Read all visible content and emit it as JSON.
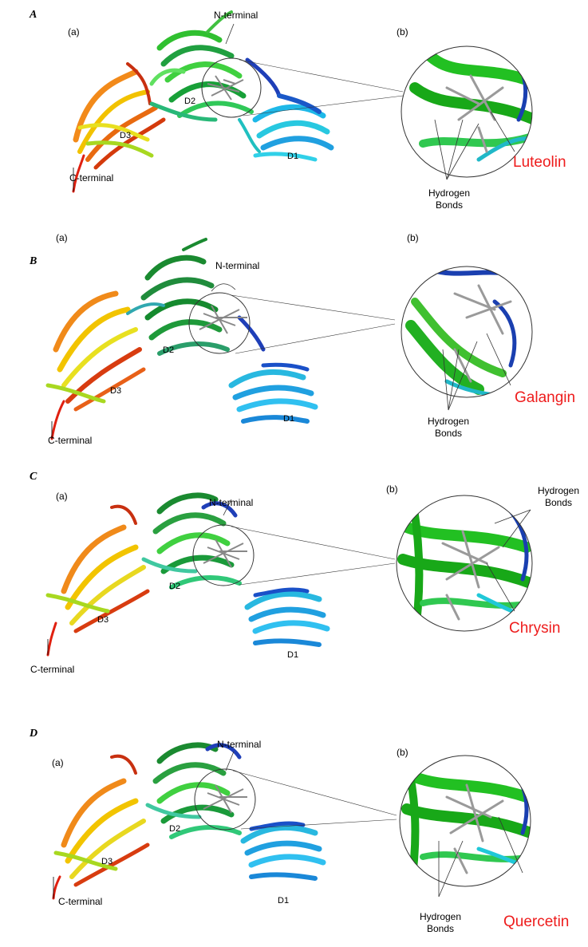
{
  "colors": {
    "ligand_label": "#ee1c1c"
  },
  "panels": [
    {
      "panel_label": "A",
      "left_label": "(a)",
      "right_label": "(b)",
      "n_terminal": "N-terminal",
      "c_terminal": "C-terminal",
      "d1": "D1",
      "d2": "D2",
      "d3": "D3",
      "hb_line1": "Hydrogen",
      "hb_line2": "Bonds",
      "ligand": "Luteolin"
    },
    {
      "panel_label": "B",
      "left_label": "(a)",
      "right_label": "(b)",
      "n_terminal": "N-terminal",
      "c_terminal": "C-terminal",
      "d1": "D1",
      "d2": "D2",
      "d3": "D3",
      "hb_line1": "Hydrogen",
      "hb_line2": "Bonds",
      "ligand": "Galangin"
    },
    {
      "panel_label": "C",
      "left_label": "(a)",
      "right_label": "(b)",
      "n_terminal": "N-terminal",
      "c_terminal": "C-terminal",
      "d1": "D1",
      "d2": "D2",
      "d3": "D3",
      "hb_line1": "Hydrogen",
      "hb_line2": "Bonds",
      "ligand": "Chrysin"
    },
    {
      "panel_label": "D",
      "left_label": "(a)",
      "right_label": "(b)",
      "n_terminal": "N-terminal",
      "c_terminal": "C-terminal",
      "d1": "D1",
      "d2": "D2",
      "d3": "D3",
      "hb_line1": "Hydrogen",
      "hb_line2": "Bonds",
      "ligand": "Quercetin"
    }
  ]
}
